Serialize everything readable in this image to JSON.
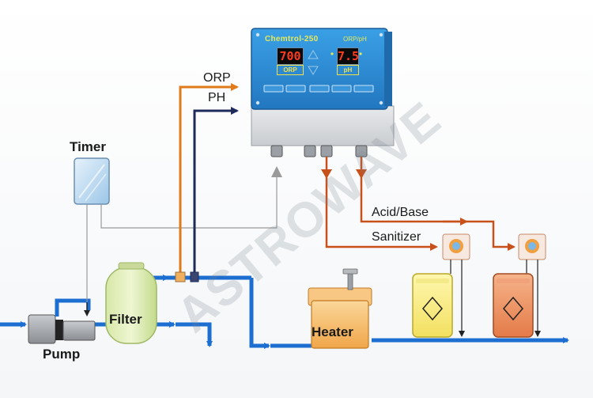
{
  "labels": {
    "orp": "ORP",
    "ph": "PH",
    "timer": "Timer",
    "acid_base": "Acid/Base",
    "sanitizer": "Sanitizer",
    "filter": "Filter",
    "pump": "Pump",
    "heater": "Heater"
  },
  "controller": {
    "title": "Chemtrol-250",
    "subtitle": "ORP/pH",
    "orp_display": "700",
    "ph_display": "7.5",
    "orp_tag": "ORP",
    "ph_tag": "pH"
  },
  "watermark": "ASTROWAVE",
  "colors": {
    "water_pipe": "#1c6fd1",
    "orp_line": "#e07a1a",
    "ph_line": "#1e2a5a",
    "chem_line": "#c8501a",
    "timer_wire": "#9a9a9a",
    "controller_body": "#2d8fd6"
  }
}
